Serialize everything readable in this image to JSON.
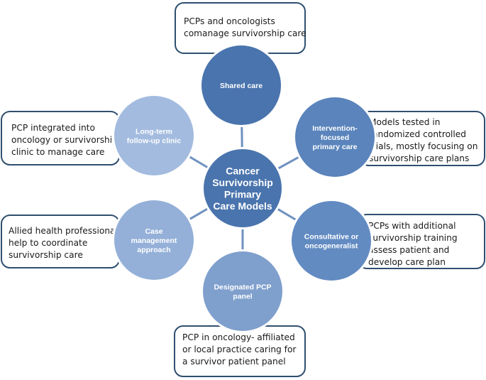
{
  "colors": {
    "box_stroke": "#2f4f6f",
    "connector": "#6f91bf",
    "center": "#4a74ad",
    "ring": "#ffffff"
  },
  "center": {
    "lines": [
      "Cancer",
      "Survivorship",
      "Primary",
      "Care Models"
    ]
  },
  "models": [
    {
      "key": "shared-care",
      "label_lines": [
        "Shared care"
      ],
      "color": "#4a74ad",
      "description_lines": [
        "PCPs  and oncologists",
        "comanage survivorship care"
      ]
    },
    {
      "key": "intervention-focused",
      "label_lines": [
        "Intervention-",
        "focused",
        "primary care"
      ],
      "color": "#5a84bb",
      "description_lines": [
        "Models tested in",
        "randomized controlled",
        "trials, mostly focusing on",
        "survivorship care plans"
      ]
    },
    {
      "key": "consultative",
      "label_lines": [
        "Consultative or",
        "oncogeneralist"
      ],
      "color": "#628bc2",
      "description_lines": [
        "PCPs with additional",
        "survivorship training",
        "assess patient and",
        "develop care plan"
      ]
    },
    {
      "key": "designated-pcp-panel",
      "label_lines": [
        "Designated PCP",
        "panel"
      ],
      "color": "#7f9fcd",
      "description_lines": [
        "PCP in oncology- affiliated",
        "or local practice caring for",
        "a survivor patient panel"
      ]
    },
    {
      "key": "case-management",
      "label_lines": [
        "Case",
        "management",
        "approach"
      ],
      "color": "#94b0d8",
      "description_lines": [
        "Allied health professionals",
        "help to coordinate",
        "survivorship care"
      ]
    },
    {
      "key": "long-term-follow-up",
      "label_lines": [
        "Long-term",
        "follow-up clinic"
      ],
      "color": "#a3bbdf",
      "description_lines": [
        "PCP integrated into",
        "oncology or survivorship",
        "clinic to manage care"
      ]
    }
  ]
}
